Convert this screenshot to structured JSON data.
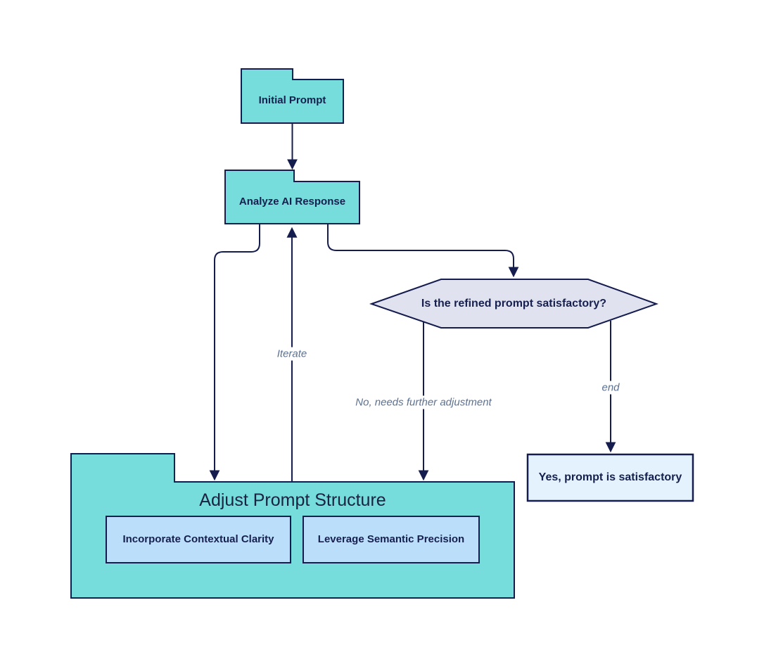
{
  "diagram": {
    "type": "flowchart",
    "direction": "top-down",
    "background": "#ffffff",
    "nodes": {
      "initial_prompt": {
        "label": "Initial Prompt",
        "shape": "tab",
        "fill": "#76dcdc"
      },
      "analyze_response": {
        "label": "Analyze AI Response",
        "shape": "tab",
        "fill": "#76dcdc"
      },
      "decision": {
        "label": "Is the refined prompt satisfactory?",
        "shape": "hexagon",
        "fill": "#e1e2f0"
      },
      "adjust_container": {
        "label": "Adjust Prompt Structure",
        "shape": "tab-container",
        "fill": "#76dcdc"
      },
      "contextual_clarity": {
        "label": "Incorporate Contextual Clarity",
        "shape": "rect",
        "fill": "#bbdefb"
      },
      "semantic_precision": {
        "label": "Leverage Semantic Precision",
        "shape": "rect",
        "fill": "#bbdefb"
      },
      "satisfactory": {
        "label": "Yes, prompt is satisfactory",
        "shape": "rect",
        "fill": "#e3f2fd"
      }
    },
    "edges": [
      {
        "from": "initial_prompt",
        "to": "analyze_response",
        "label": ""
      },
      {
        "from": "analyze_response",
        "to": "adjust_container",
        "label": ""
      },
      {
        "from": "adjust_container",
        "to": "analyze_response",
        "label": "Iterate"
      },
      {
        "from": "analyze_response",
        "to": "decision",
        "label": ""
      },
      {
        "from": "decision",
        "to": "adjust_container",
        "label": "No, needs further adjustment"
      },
      {
        "from": "decision",
        "to": "satisfactory",
        "label": "end"
      }
    ],
    "colors": {
      "stroke": "#151c4e",
      "node_text": "#16204e",
      "edge_label_text": "#5c7191",
      "teal_fill": "#76dcdc",
      "hexagon_fill": "#e1e2f0",
      "inner_box_fill": "#bbdefb",
      "result_box_fill": "#e3f2fd",
      "background": "#ffffff"
    }
  }
}
